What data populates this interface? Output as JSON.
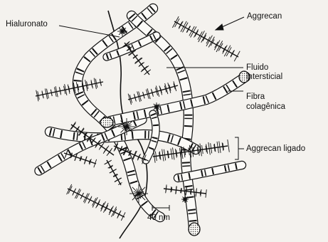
{
  "labels": {
    "hyaluronate": "Hialuronato",
    "aggrecan": "Aggrecan",
    "fluid_line1": "Fluido",
    "fluid_line2": "intersticial",
    "fiber_line1": "Fibra",
    "fiber_line2": "colagênica",
    "bound_aggrecan": "Aggrecan ligado",
    "scale": "40 nm"
  },
  "colors": {
    "background": "#f4f2ee",
    "ink": "#111111",
    "fiber_fill": "#fbfaf7"
  }
}
